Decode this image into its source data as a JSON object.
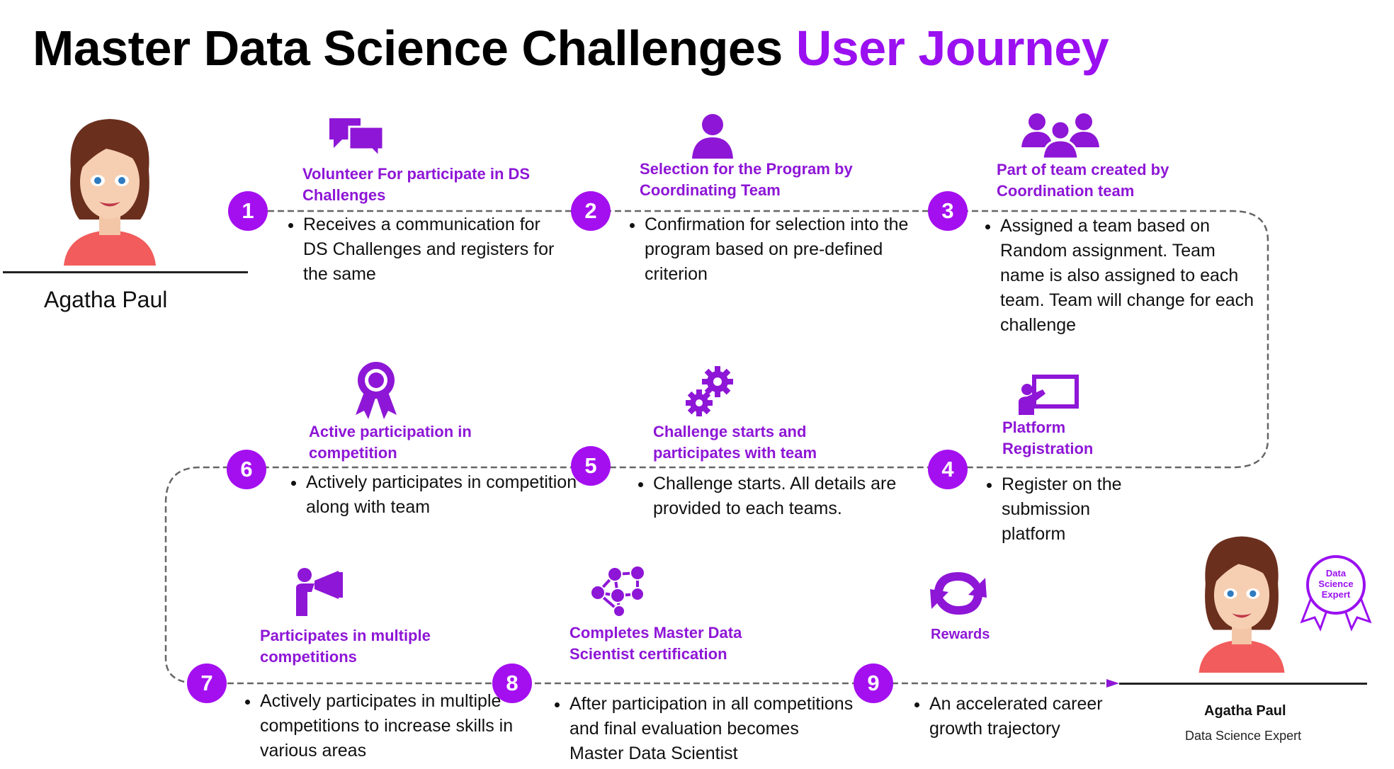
{
  "title": {
    "part1": "Master Data Science Challenges",
    "part2": "User Journey"
  },
  "colors": {
    "accent": "#9a10f0",
    "circle": "#a40ff0",
    "step_title": "#8e16d6",
    "path": "#666666"
  },
  "persona_start": {
    "name": "Agatha Paul"
  },
  "persona_end": {
    "name": "Agatha Paul",
    "role": "Data Science Expert",
    "badge": "Data Science Expert"
  },
  "steps": [
    {
      "number": "1",
      "icon": "chat-bubbles-icon",
      "title": "Volunteer For participate in DS Challenges",
      "description": "Receives a communication for DS Challenges and registers for the same"
    },
    {
      "number": "2",
      "icon": "person-icon",
      "title": "Selection for the Program by Coordinating Team",
      "description": "Confirmation for selection into the program based on pre-defined criterion"
    },
    {
      "number": "3",
      "icon": "group-icon",
      "title": "Part of team created by Coordination team",
      "description": "Assigned a team based on Random assignment. Team name is also assigned to each team. Team will change for each challenge"
    },
    {
      "number": "4",
      "icon": "presentation-board-icon",
      "title": "Platform Registration",
      "description": "Register on the submission platform"
    },
    {
      "number": "5",
      "icon": "gears-icon",
      "title": "Challenge starts and participates with team",
      "description": "Challenge starts. All details are provided to each teams."
    },
    {
      "number": "6",
      "icon": "award-ribbon-icon",
      "title": "Active participation in competition",
      "description": "Actively participates in competition along with team"
    },
    {
      "number": "7",
      "icon": "megaphone-person-icon",
      "title": "Participates in multiple competitions",
      "description": "Actively participates in multiple competitions to increase skills in various areas"
    },
    {
      "number": "8",
      "icon": "network-icon",
      "title": "Completes Master Data Scientist certification",
      "description": "After participation in all competitions and final evaluation becomes Master Data Scientist"
    },
    {
      "number": "9",
      "icon": "refresh-arrows-icon",
      "title": "Rewards",
      "description": "An accelerated career growth trajectory"
    }
  ]
}
